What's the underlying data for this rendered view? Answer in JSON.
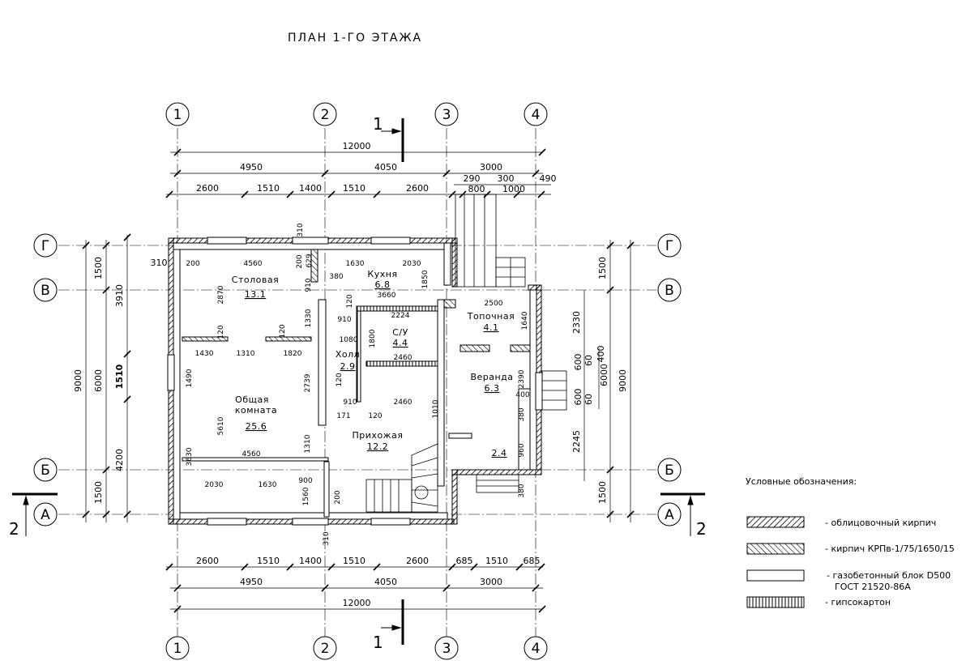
{
  "title": "ПЛАН 1-ГО ЭТАЖА",
  "axes": {
    "vertical": [
      "1",
      "2",
      "3",
      "4"
    ],
    "horizontal": [
      "Г",
      "В",
      "Б",
      "А"
    ]
  },
  "section_marks": {
    "s1": "1",
    "s2": "2"
  },
  "dims_top": {
    "overall": "12000",
    "row2": [
      "4950",
      "4050",
      "3000"
    ],
    "row3": [
      "2600",
      "1510",
      "1400",
      "1510",
      "2600"
    ],
    "small": [
      "290",
      "300",
      "490",
      "800",
      "1000"
    ]
  },
  "dims_bottom": {
    "row1": [
      "2600",
      "1510",
      "1400",
      "1510",
      "2600",
      "685",
      "1510",
      "685"
    ],
    "row2": [
      "4950",
      "4050",
      "3000"
    ],
    "overall": "12000"
  },
  "dims_left": {
    "overall": "9000",
    "mid": [
      "6000",
      "3910",
      "4200",
      "1510"
    ],
    "outer": [
      "1500",
      "1500"
    ]
  },
  "dims_right": {
    "overall": "9000",
    "mid": [
      "2330",
      "2245",
      "6000"
    ],
    "outer": [
      "1500",
      "1500"
    ],
    "small": [
      "400",
      "600",
      "60",
      "600",
      "60"
    ]
  },
  "dims_inner": [
    "310",
    "200",
    "4560",
    "200",
    "1630",
    "2030",
    "310",
    "629",
    "380",
    "910",
    "1850",
    "3660",
    "2870",
    "120",
    "2500",
    "2224",
    "1640",
    "910",
    "1330",
    "120",
    "1080",
    "1800",
    "1430",
    "1310",
    "1820",
    "120",
    "2460",
    "1490",
    "2739",
    "120",
    "910",
    "2460",
    "5610",
    "171",
    "120",
    "1010",
    "380",
    "2390",
    "400",
    "1310",
    "3630",
    "4560",
    "900",
    "2030",
    "1630",
    "1560",
    "200",
    "960",
    "380",
    "310"
  ],
  "rooms": [
    {
      "name": "Столовая",
      "area": "13.1"
    },
    {
      "name": "Кухня",
      "area": "6.8"
    },
    {
      "name": "С/У",
      "area": "4.4"
    },
    {
      "name": "Холл",
      "area": "2.9"
    },
    {
      "name": "Топочная",
      "area": "4.1"
    },
    {
      "name": "Веранда",
      "area": "6.3"
    },
    {
      "name": "Общая\nкомната",
      "area": "25.6"
    },
    {
      "name": "Прихожая",
      "area": "12.2"
    },
    {
      "name": "",
      "area": "2.4"
    }
  ],
  "legend": {
    "title": "Условные обозначения:",
    "items": [
      {
        "label": "- облицовочный кирпич"
      },
      {
        "label": "- кирпич КРПв-1/75/1650/15"
      },
      {
        "label": "- газобетонный блок D500\nГОСТ 21520-86А"
      },
      {
        "label": "- гипсокартон"
      }
    ]
  }
}
